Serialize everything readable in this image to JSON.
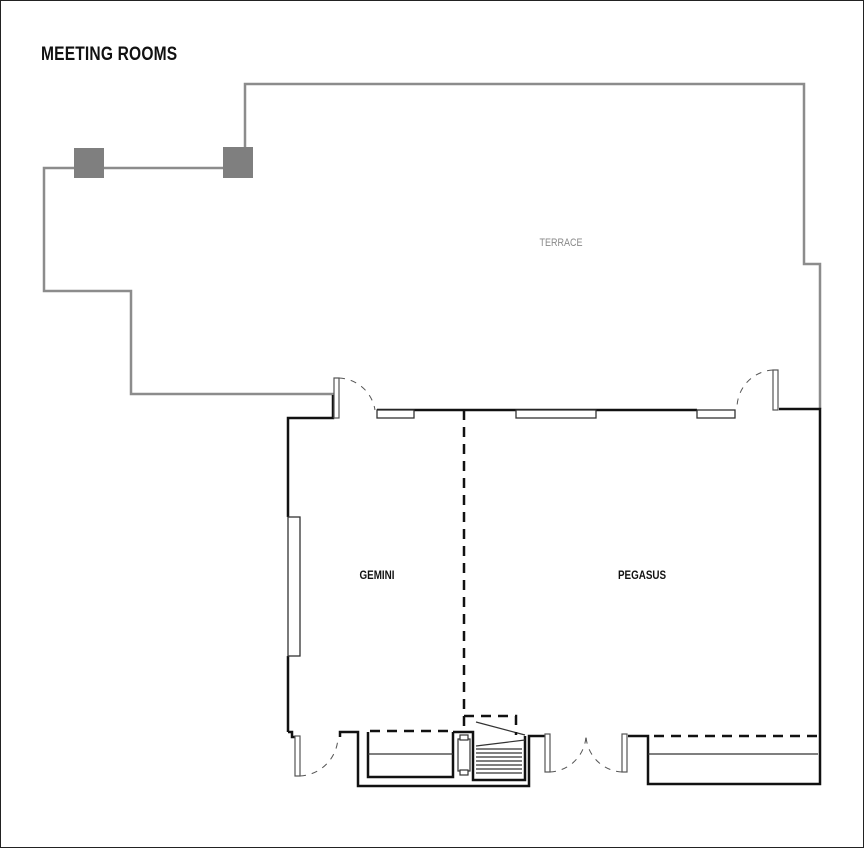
{
  "title": "MEETING ROOMS",
  "rooms": [
    {
      "name": "TERRACE",
      "type": "outdoor"
    },
    {
      "name": "GEMINI",
      "type": "meeting-room"
    },
    {
      "name": "PEGASUS",
      "type": "meeting-room"
    }
  ],
  "colors": {
    "wall": "#111111",
    "terrace_outline": "#8c8c8c",
    "column": "#7f7f7f",
    "terrace_label": "#888888"
  }
}
